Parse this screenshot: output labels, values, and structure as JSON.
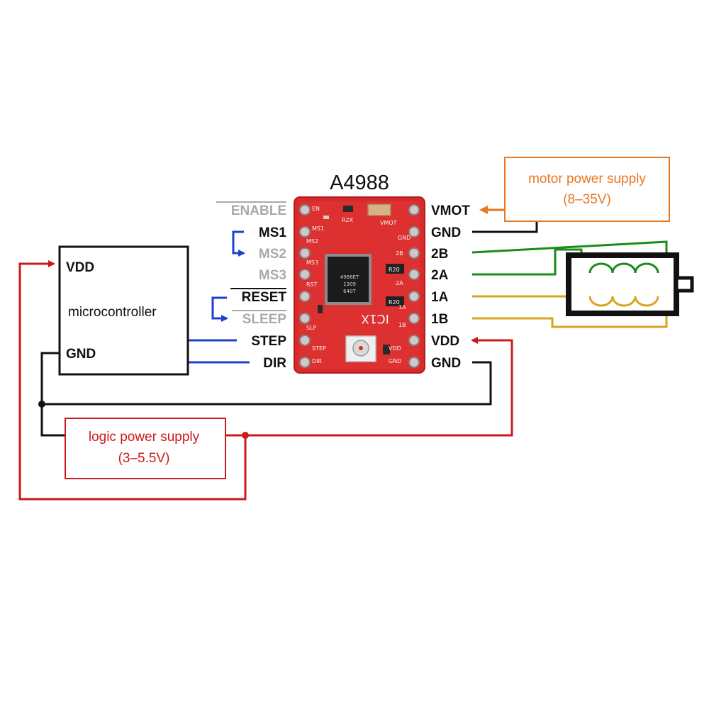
{
  "board": {
    "title": "A4988",
    "left_pins": [
      "ENABLE",
      "MS1",
      "MS2",
      "MS3",
      "RESET",
      "SLEEP",
      "STEP",
      "DIR"
    ],
    "right_pins": [
      "VMOT",
      "GND",
      "2B",
      "2A",
      "1A",
      "1B",
      "VDD",
      "GND"
    ],
    "silkscreen": {
      "en": "EN",
      "ms1": "MS1",
      "ms2": "MS2",
      "ms3": "MS3",
      "rst": "RST",
      "slp": "SLP",
      "step": "STEP",
      "dir": "DIR",
      "vmot": "VMOT",
      "gnd1": "GND",
      "b2": "2B",
      "a2": "2A",
      "a1": "1A",
      "b1": "1B",
      "vdd": "VDD",
      "gnd2": "GND",
      "r20a": "R20",
      "r20b": "R20",
      "r2x": "R2X",
      "ic1x": "IC1X"
    },
    "chip_text": [
      "4988ET",
      "1309",
      "640T"
    ]
  },
  "microcontroller": {
    "label": "microcontroller",
    "vdd": "VDD",
    "gnd": "GND"
  },
  "motor_supply": {
    "line1": "motor power supply",
    "line2": "(8–35V)"
  },
  "logic_supply": {
    "line1": "logic power supply",
    "line2": "(3–5.5V)"
  },
  "colors": {
    "board_red": "#d82a2a",
    "logic_red": "#cc1a1a",
    "motor_orange": "#e87722",
    "signal_blue": "#1f3fcf",
    "coil_green": "#1a8c1a",
    "coil_yellow": "#d9a51f",
    "ground_black": "#111111"
  }
}
